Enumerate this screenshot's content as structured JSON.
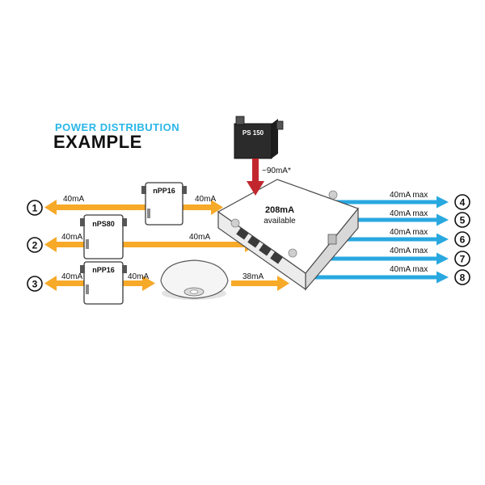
{
  "title": {
    "line1": "POWER DISTRIBUTION",
    "line2": "EXAMPLE"
  },
  "colors": {
    "orange": "#f7a928",
    "blue": "#29a8e0",
    "red": "#c1272d",
    "title_blue": "#29b6e8",
    "dark": "#2b2b2b"
  },
  "power_supply": {
    "label": "PS 150",
    "feed": "~90mA*"
  },
  "hub": {
    "value": "208mA",
    "status": "available"
  },
  "ports_left": [
    "1",
    "2",
    "3"
  ],
  "ports_right": [
    "4",
    "5",
    "6",
    "7",
    "8"
  ],
  "devices": {
    "npp16_top": "nPP16",
    "nps80": "nPS80",
    "npp16_bottom": "nPP16"
  },
  "left_lines": [
    {
      "in_label": "40mA",
      "out_label": "40mA"
    },
    {
      "in_label": "40mA",
      "out_label": "40mA"
    },
    {
      "in_label": "40mA",
      "mid_label": "40mA",
      "out_label": "38mA"
    }
  ],
  "right_lines": [
    "40mA max",
    "40mA max",
    "40mA max",
    "40mA max",
    "40mA max"
  ]
}
